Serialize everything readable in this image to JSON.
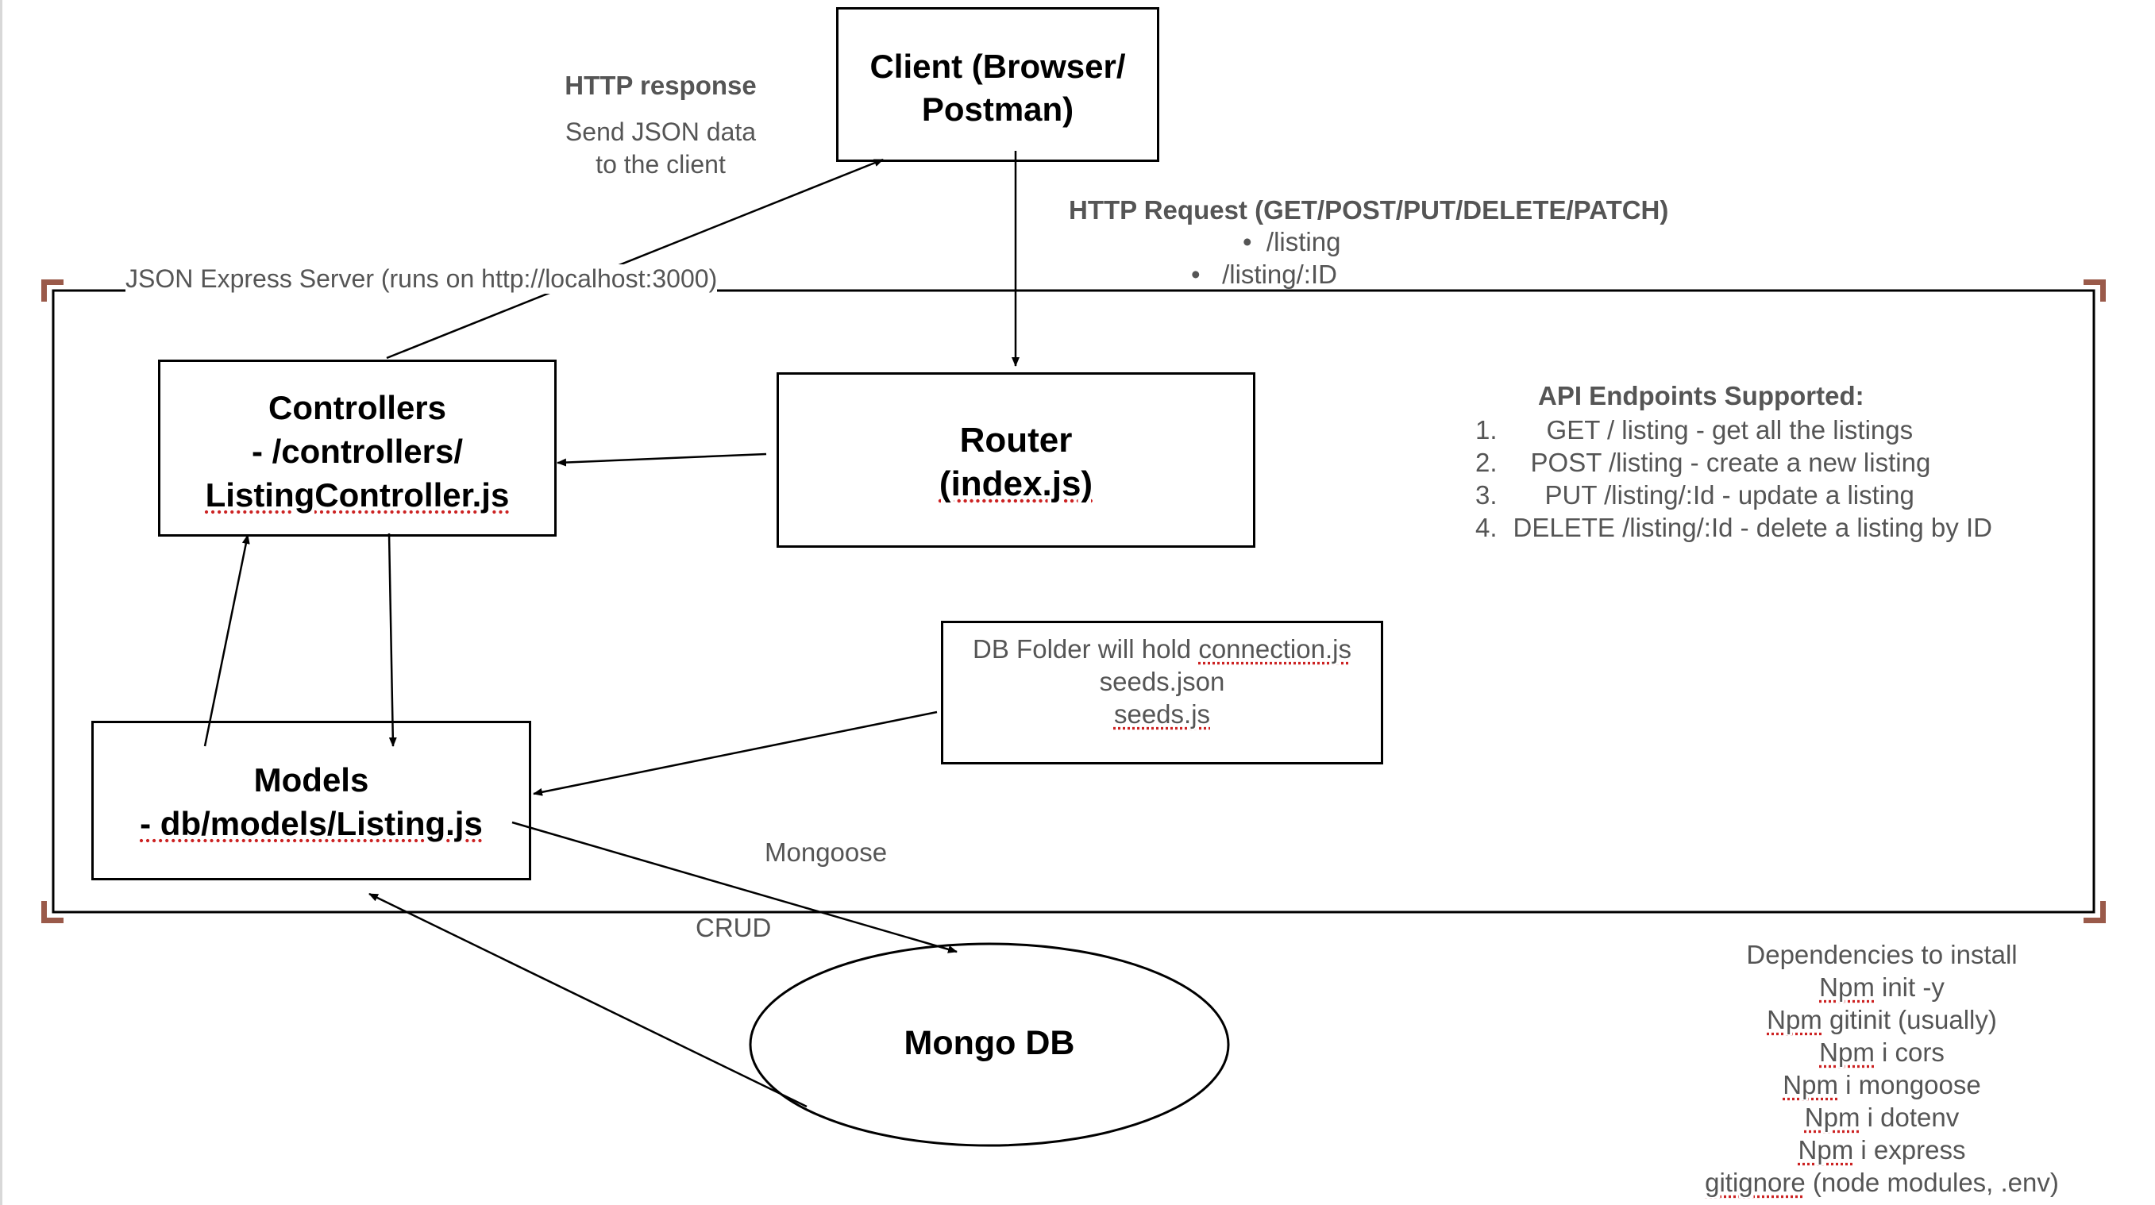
{
  "client": {
    "line1": "Client (Browser/",
    "line2": "Postman)"
  },
  "http_response": {
    "title": "HTTP response",
    "line1": "Send JSON data",
    "line2": "to the client"
  },
  "http_request": {
    "title": "HTTP Request (GET/POST/PUT/DELETE/PATCH)",
    "routes": [
      "/listing",
      "/listing/:ID"
    ]
  },
  "server": {
    "title": "JSON Express Server (runs on http://localhost:3000)"
  },
  "controllers": {
    "line1": "Controllers",
    "line2": "- /controllers/",
    "line3": "ListingController.js"
  },
  "router": {
    "line1": "Router",
    "line2": "(index.js)"
  },
  "models": {
    "line1": "Models",
    "line2": "- db/models/Listing.js"
  },
  "db_folder": {
    "line1_prefix": "DB Folder will hold ",
    "line1_file": "connection.js",
    "line2": "seeds.json",
    "line3": "seeds.js"
  },
  "api": {
    "title": "API Endpoints Supported:",
    "items": [
      {
        "num": "1.",
        "text": "GET / listing - get all the listings"
      },
      {
        "num": "2.",
        "text": "POST /listing - create a new listing"
      },
      {
        "num": "3.",
        "text": "PUT /listing/:Id - update a listing"
      },
      {
        "num": "4.",
        "text": "DELETE /listing/:Id - delete a listing by ID"
      }
    ]
  },
  "mongoose_label": "Mongoose",
  "crud_label": "CRUD",
  "mongo": {
    "label": "Mongo DB"
  },
  "dependencies": {
    "title": "Dependencies to install",
    "items": [
      {
        "cmd": "Npm",
        "rest": " init -y"
      },
      {
        "cmd": "Npm",
        "rest": " gitinit (usually)"
      },
      {
        "cmd": "Npm",
        "rest": " i cors"
      },
      {
        "cmd": "Npm",
        "rest": " i mongoose"
      },
      {
        "cmd": "Npm",
        "rest": " i dotenv"
      },
      {
        "cmd": "Npm",
        "rest": " i express"
      },
      {
        "cmd": "gitignore",
        "rest": " (node modules, .env)"
      }
    ]
  }
}
